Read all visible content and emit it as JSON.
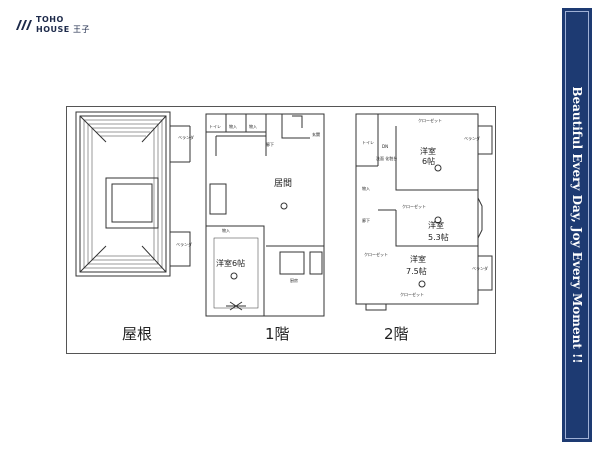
{
  "brand": {
    "name_line1": "TOHO",
    "name_line2": "HOUSE",
    "name_suffix": "王子",
    "accent": "#1d3a72"
  },
  "side_banner": {
    "text": "Beautiful  Every Day, Joy Every Moment !!"
  },
  "floors": {
    "roof_label": "屋根",
    "first_label": "1階",
    "second_label": "2階"
  },
  "plan_labels": {
    "roof_veranda_top": "ベランダ",
    "roof_veranda_bottom": "ベランダ",
    "roof_box_text": "",
    "f1_toilet": "トイレ",
    "f1_storage1": "物入",
    "f1_storage2": "物入",
    "f1_hall": "廊下",
    "f1_entrance": "玄関",
    "f1_living": "居間",
    "f1_storage3": "物入",
    "f1_room": "洋室6帖",
    "f1_kitchen": "厨房",
    "f2_closet_top": "クローゼット",
    "f2_veranda_top": "ベランダ",
    "f2_toilet": "トイレ",
    "f2_dn": "DN",
    "f2_washroom": "洗面\n化粧台",
    "f2_room_a": "洋室",
    "f2_room_a_size": "6帖",
    "f2_storage": "物入",
    "f2_closet_mid": "クローゼット",
    "f2_room_b": "洋室",
    "f2_room_b_size": "5.3帖",
    "f2_hall": "廊下",
    "f2_closet_left": "クローゼット",
    "f2_room_c": "洋室",
    "f2_room_c_size": "7.5帖",
    "f2_veranda_right": "ベランダ",
    "f2_closet_bottom": "クローゼット"
  }
}
